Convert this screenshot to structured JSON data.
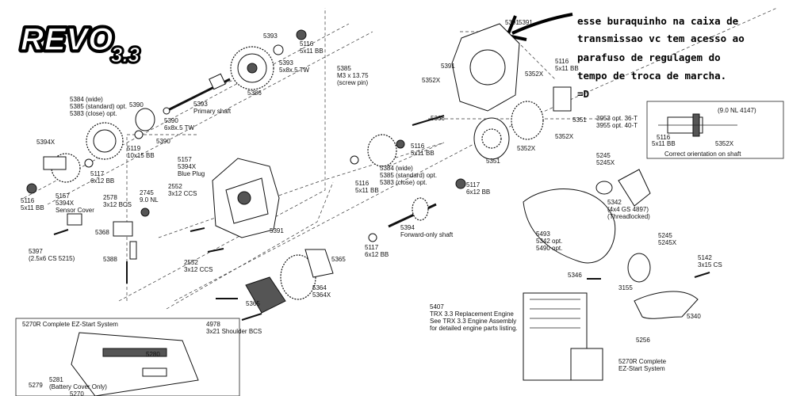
{
  "logo": {
    "brand": "REVO",
    "model": "3.3"
  },
  "annotation": {
    "lines": [
      "esse buraquinho na caixa de",
      "transmissao vc tem acesso ao",
      "parafuso de regulagem do",
      "tempo de troca de marcha."
    ],
    "emoticon": "=D"
  },
  "inset": {
    "labels": [
      "(9.0 NL 4147)",
      "3953 opt. 36-T",
      "3955 opt. 40-T",
      "5116",
      "5x11 BB",
      "5352X"
    ],
    "caption": "Correct orientation on shaft"
  },
  "ezstart": {
    "title": "5270R Complete EZ-Start System"
  },
  "labels": {
    "l5393a": [
      "5393"
    ],
    "l5116a": [
      "5116",
      "5x11 BB"
    ],
    "l5393b": [
      "5393",
      "5x8x.5 TW"
    ],
    "l5386": [
      "5386"
    ],
    "l5393c": [
      "5393",
      "Primary shaft"
    ],
    "l5384a": [
      "5384 (wide)",
      "5385 (standard) opt.",
      "5383 (close) opt."
    ],
    "l5390a": [
      "5390"
    ],
    "l5390b": [
      "5390",
      "6x8x.5 TW"
    ],
    "l5390c": [
      "5390"
    ],
    "l5119": [
      "5119",
      "10x15 BB"
    ],
    "l5394Xa": [
      "5394X"
    ],
    "l5117a": [
      "5117",
      "6x12 BB"
    ],
    "l5116b": [
      "5116",
      "5x11 BB"
    ],
    "l5157a": [
      "5157",
      "5394X",
      "Sensor Cover"
    ],
    "l2578": [
      "2578",
      "3x12 BCS"
    ],
    "l2745": [
      "2745",
      "9.0 NL"
    ],
    "l5157b": [
      "5157",
      "5394X",
      "Blue Plug"
    ],
    "l2552a": [
      "2552",
      "3x12 CCS"
    ],
    "l5368": [
      "5368"
    ],
    "l5397": [
      "5397",
      "(2.5x6 CS 5215)"
    ],
    "l5388": [
      "5388"
    ],
    "l2552b": [
      "2552",
      "3x12 CCS"
    ],
    "l5391a": [
      "5391"
    ],
    "l5385": [
      "5385",
      "M3 x 13.75",
      "(screw pin)"
    ],
    "l5352Xa": [
      "5352X"
    ],
    "l5391b": [
      "5391"
    ],
    "l5391c": [
      "5391"
    ],
    "l5366": [
      "5366"
    ],
    "l5116c": [
      "5116",
      "5x11 BB"
    ],
    "l5116d": [
      "5116",
      "5x11 BB"
    ],
    "l5384b": [
      "5384 (wide)",
      "5385 (standard) opt.",
      "5383 (close) opt."
    ],
    "l5117b": [
      "5117",
      "6x12 BB"
    ],
    "l5394": [
      "5394",
      "Forward-only shaft"
    ],
    "l5117c": [
      "5117",
      "6x12 BB"
    ],
    "l5116e": [
      "5116",
      "5x11 BB"
    ],
    "l5352Xb": [
      "5352X"
    ],
    "l5351a": [
      "5351"
    ],
    "l5352Xc": [
      "5352X"
    ],
    "l5352Xd": [
      "5352X"
    ],
    "l5351b": [
      "5351"
    ],
    "l5245a": [
      "5245",
      "5245X"
    ],
    "l5342": [
      "5342",
      "(4x4 GS 4897)",
      "(Threadlocked)"
    ],
    "l5493": [
      "5493",
      "5342 opt.",
      "5490 opt."
    ],
    "l5245b": [
      "5245",
      "5245X"
    ],
    "l5142": [
      "5142",
      "3x15 CS"
    ],
    "l5346": [
      "5346"
    ],
    "l3155": [
      "3155"
    ],
    "l5365a": [
      "5365"
    ],
    "l5364": [
      "5364",
      "5364X"
    ],
    "l5365b": [
      "5365"
    ],
    "l4978": [
      "4978",
      "3x21 Shoulder BCS"
    ],
    "l5407": [
      "5407",
      "TRX 3.3 Replacement Engine",
      "See TRX 3.3 Engine Assembly",
      "for detailed engine parts listing."
    ],
    "l5340": [
      "5340"
    ],
    "l5256": [
      "5256"
    ],
    "l5270R": [
      "5270R Complete",
      "EZ-Start System"
    ],
    "l5280": [
      "5280"
    ],
    "l5281": [
      "5281",
      "(Battery Cover Only)"
    ],
    "l5279": [
      "5279"
    ],
    "l5270": [
      "5270"
    ],
    "l5391top": [
      "5391"
    ]
  }
}
